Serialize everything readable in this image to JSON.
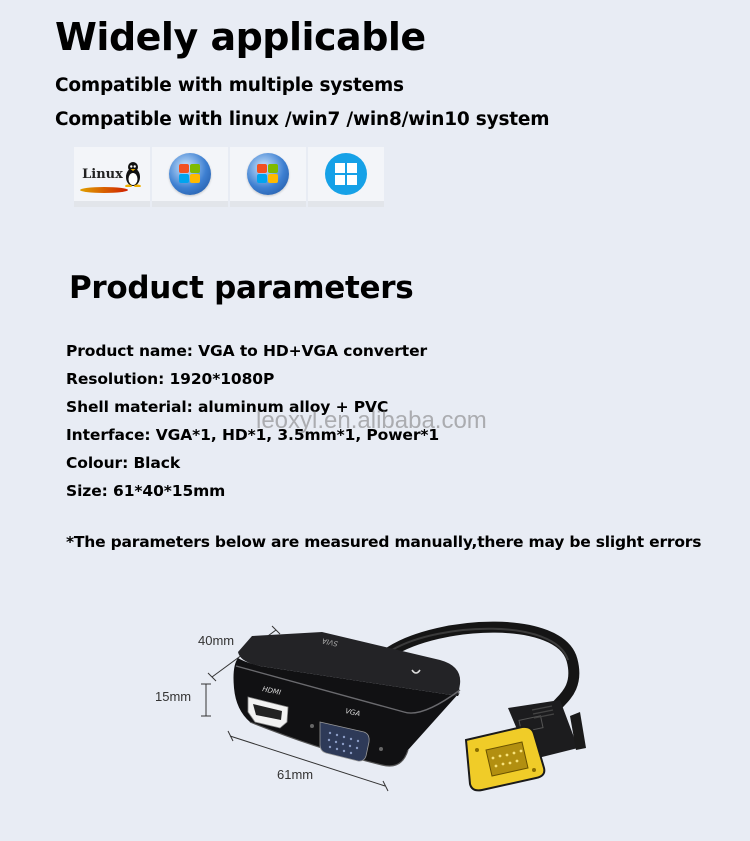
{
  "section1": {
    "title": "Widely applicable",
    "lines": [
      "Compatible with multiple systems",
      "Compatible with linux /win7 /win8/win10 system"
    ],
    "os_logos": [
      {
        "name": "linux-logo",
        "label": "Linux"
      },
      {
        "name": "windows-7-logo",
        "label": ""
      },
      {
        "name": "windows-8-logo",
        "label": ""
      },
      {
        "name": "windows-10-logo",
        "label": ""
      }
    ]
  },
  "section2": {
    "title": "Product parameters",
    "params": [
      "Product name: VGA to HD+VGA converter",
      "Resolution: 1920*1080P",
      "Shell material: aluminum alloy + PVC",
      "Interface: VGA*1, HD*1, 3.5mm*1, Power*1",
      "Colour: Black",
      "Size: 61*40*15mm"
    ],
    "note": "*The parameters below are measured manually,there may be slight errors",
    "watermark": "leoxyl.en.alibaba.com"
  },
  "diagram": {
    "width_label": "40mm",
    "height_label": "15mm",
    "length_label": "61mm",
    "port_labels": {
      "hdmi": "HDMI",
      "vga": "VGA",
      "top": "SVIA"
    }
  },
  "colors": {
    "background": "#e8ecf4",
    "text": "#000000",
    "device": "#1c1c1e",
    "gold": "#e8c020"
  }
}
